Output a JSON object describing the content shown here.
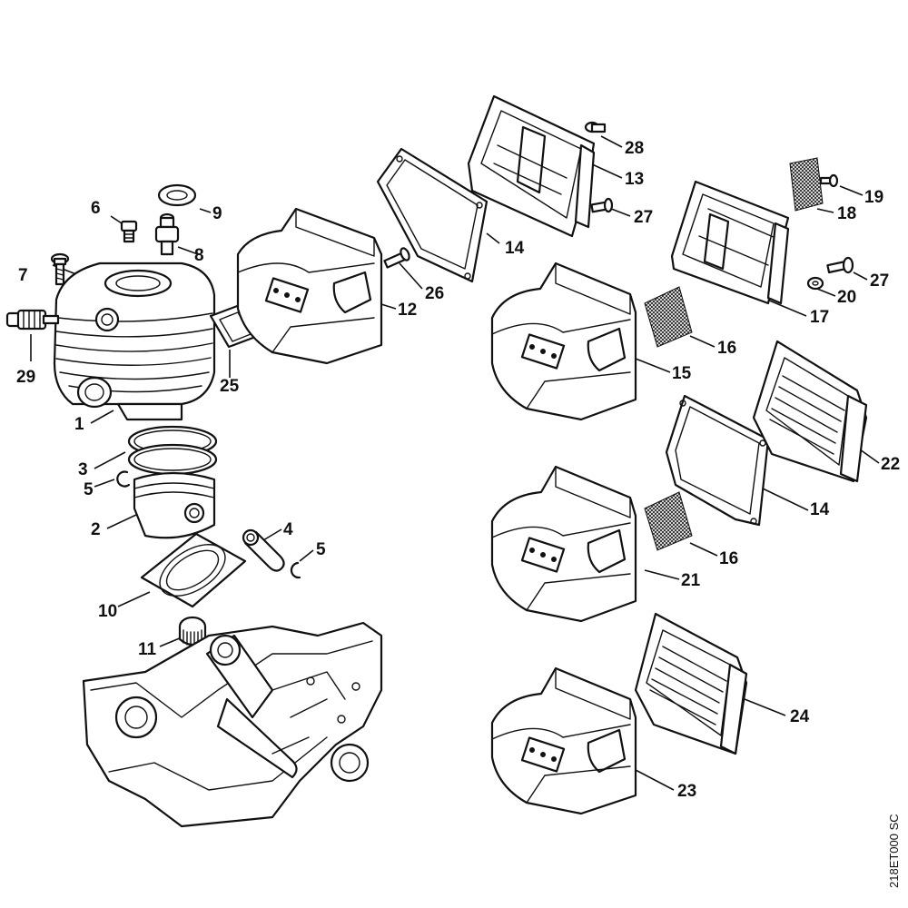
{
  "drawing_code": "218ET000 SC",
  "callouts": [
    "1",
    "2",
    "3",
    "4",
    "5",
    "5",
    "6",
    "7",
    "8",
    "9",
    "10",
    "11",
    "12",
    "13",
    "14",
    "14",
    "15",
    "16",
    "16",
    "17",
    "18",
    "19",
    "20",
    "21",
    "22",
    "23",
    "24",
    "25",
    "26",
    "27",
    "27",
    "28",
    "29"
  ]
}
